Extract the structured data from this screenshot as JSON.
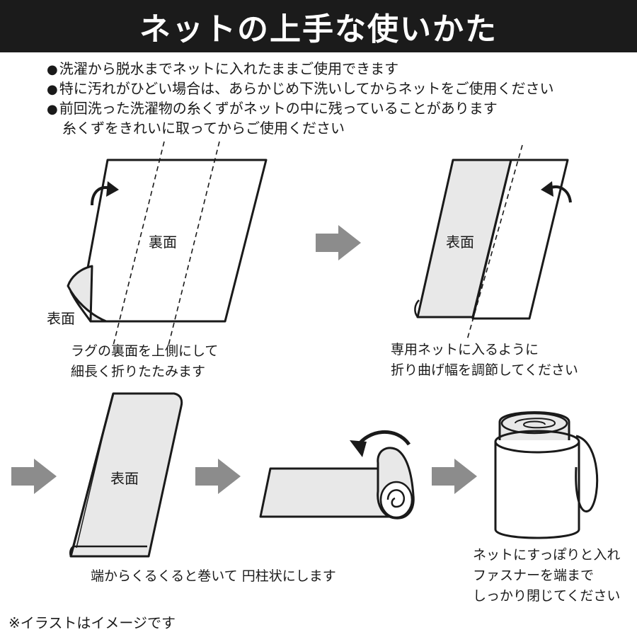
{
  "title": "ネットの上手な使いかた",
  "notes": [
    "洗濯から脱水までネットに入れたままご使用できます",
    "特に汚れがひどい場合は、あらかじめ下洗いしてからネットをご使用ください",
    "前回洗った洗濯物の糸くずがネットの中に残っていることがあります"
  ],
  "note_cont": "糸くずをきれいに取ってからご使用ください",
  "bullet": "●",
  "labels": {
    "back": "裏面",
    "front": "表面"
  },
  "captions": {
    "step1": [
      "ラグの裏面を上側にして",
      "細長く折りたたみます"
    ],
    "step2": [
      "専用ネットに入るように",
      "折り曲げ幅を調節してください"
    ],
    "step3": "端からくるくると巻いて 円柱状にします",
    "step4": [
      "ネットにすっぽりと入れ",
      "ファスナーを端まで",
      "しっかり閉じてください"
    ]
  },
  "footnote": "※イラストはイメージです",
  "colors": {
    "title_bg": "#1b1b1b",
    "panel_fill": "#e8e8e8",
    "arrow_gray": "#8c8c8c",
    "outline": "#1a1a1a"
  }
}
